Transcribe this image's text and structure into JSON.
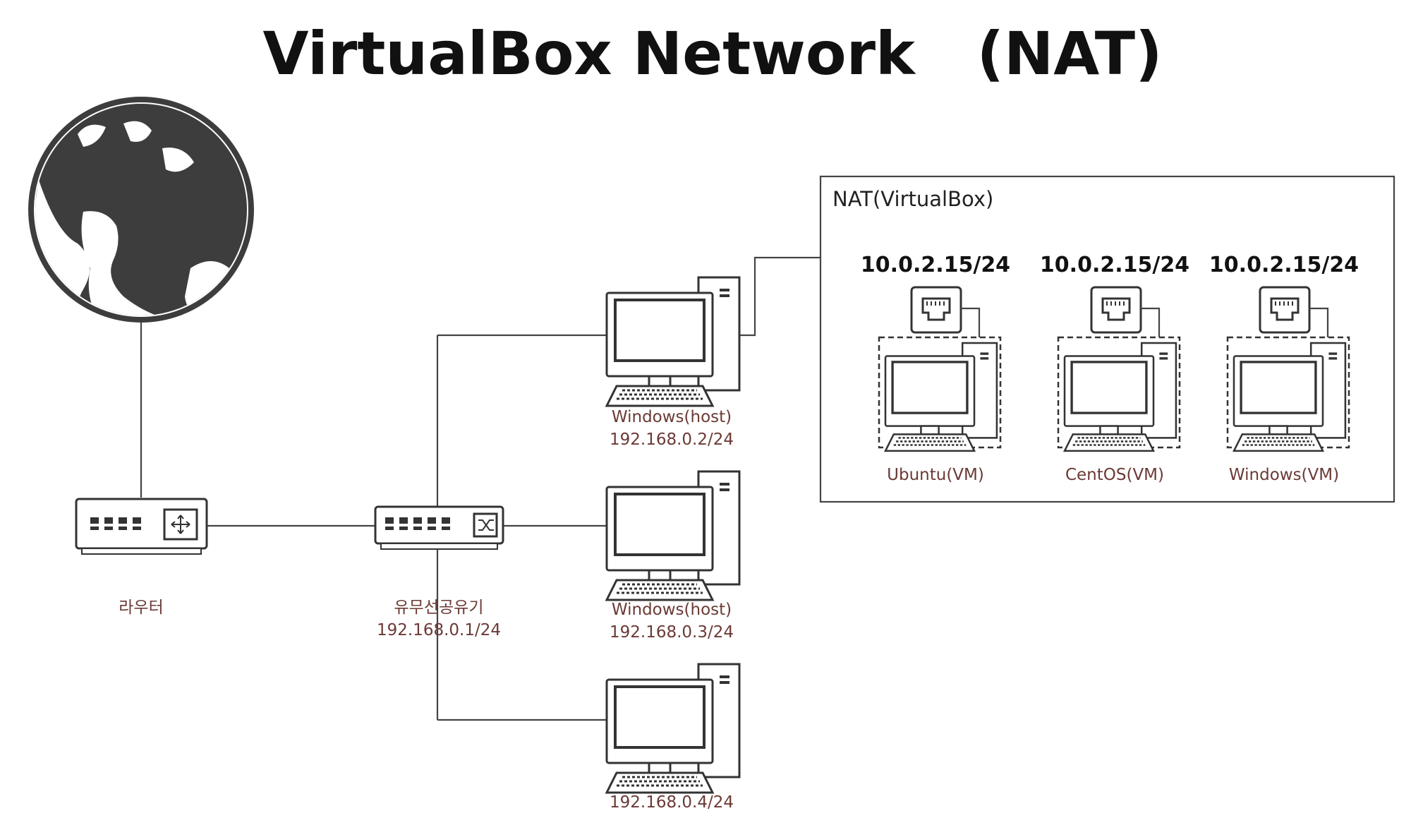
{
  "title": "VirtualBox Network   (NAT)",
  "nodes": {
    "router": {
      "label": "라우터"
    },
    "switch": {
      "label": "유무선공유기",
      "ip": "192.168.0.1/24"
    },
    "host1": {
      "label": "Windows(host)",
      "ip": "192.168.0.2/24"
    },
    "host2": {
      "label": "Windows(host)",
      "ip": "192.168.0.3/24"
    },
    "host3": {
      "ip": "192.168.0.4/24"
    }
  },
  "nat_box": {
    "title": "NAT(VirtualBox)",
    "vms": [
      {
        "ip": "10.0.2.15/24",
        "label": "Ubuntu(VM)"
      },
      {
        "ip": "10.0.2.15/24",
        "label": "CentOS(VM)"
      },
      {
        "ip": "10.0.2.15/24",
        "label": "Windows(VM)"
      }
    ]
  },
  "colors": {
    "icon_fill": "#3d3d3d",
    "line": "#444444",
    "label_text": "#6b3a35",
    "title_text": "#111111"
  },
  "icons": [
    "globe-icon",
    "router-icon",
    "switch-icon",
    "desktop-pc-icon",
    "ethernet-port-icon",
    "virtual-machine-icon"
  ]
}
